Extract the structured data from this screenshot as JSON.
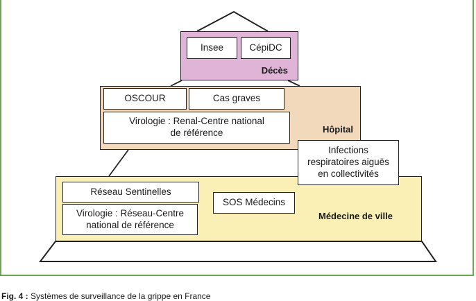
{
  "levels": {
    "deces": {
      "label": "Décès",
      "color": "#e0b4d6",
      "boxes": [
        "Insee",
        "CépiDC"
      ]
    },
    "hopital": {
      "label": "Hôpital",
      "color": "#f3d9bb",
      "boxes": [
        "OSCOUR",
        "Cas graves",
        "Virologie : Renal-Centre national\nde référence"
      ]
    },
    "ville": {
      "label": "Médecine de ville",
      "color": "#faf0b6",
      "boxes": [
        "Réseau Sentinelles",
        "Virologie : Réseau-Centre\nnational de référence",
        "SOS Médecins"
      ]
    }
  },
  "collectivites": "Infections\nrespiratoires aiguës\nen collectivités",
  "caption": {
    "prefix": "Fig. 4 :",
    "text": " Systèmes de surveillance de la grippe en France"
  }
}
